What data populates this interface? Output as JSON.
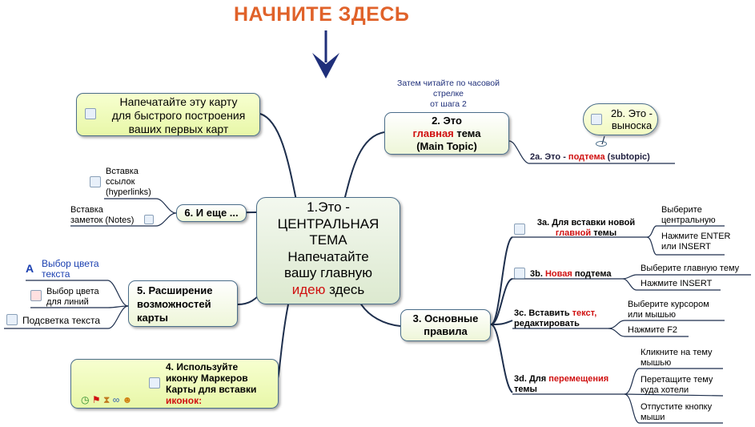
{
  "header": {
    "title": "НАЧНИТЕ ЗДЕСЬ"
  },
  "intro": {
    "line1": "Затем читайте по часовой",
    "line2": "стрелке",
    "line3": "от шага 2"
  },
  "center": {
    "line1": "1.Это -",
    "line2": "ЦЕНТРАЛЬНАЯ",
    "line3": "ТЕМА",
    "line4": "Напечатайте",
    "line5": "вашу главную",
    "line6_red": "идею",
    "line6_rest": " здесь"
  },
  "print_box": {
    "line1": "Напечатайте эту карту",
    "line2": "для быстрого построения",
    "line3": "ваших первых карт"
  },
  "topic2": {
    "line1": "2. Это",
    "line2_red": "главная",
    "line2_rest": " тема",
    "line3": "(Main Topic)"
  },
  "callout": {
    "line1": "2b. Это -",
    "line2": "выноска"
  },
  "subtopic": {
    "prefix": "2а. Это - ",
    "red": "подтема",
    "suffix": " (subtopic)"
  },
  "topic6": {
    "label": "6. И еще ...",
    "link1": "Вставка",
    "link2": "ссылок",
    "link3": "(hyperlinks)",
    "notes1": "Вставка",
    "notes2": "заметок (Notes)"
  },
  "topic5": {
    "line1": "5. Расширение",
    "line2": "возможностей",
    "line3": "карты",
    "leaf1a": "Выбор цвета",
    "leaf1b": "текста",
    "leaf2a": "Выбор цвета",
    "leaf2b": "для линий",
    "leaf3": "Подсветка текста"
  },
  "topic4": {
    "line1": "4. Используйте",
    "line2": "иконку Маркеров",
    "line3": "Карты для вставки",
    "line4_red": "иконок:"
  },
  "topic3": {
    "line1": "3. Основные",
    "line2": "правила",
    "a": {
      "line1": "3a. Для вставки новой",
      "line2_red": "главной",
      "line2_rest": " темы",
      "leaf1a": "Выберите",
      "leaf1b": "центральную",
      "leaf2a": "Нажмите ENTER",
      "leaf2b": "или INSERT"
    },
    "b": {
      "prefix": "3b. ",
      "red": "Новая",
      "suffix": " подтема",
      "leaf1": "Выберите главную тему",
      "leaf2": "Нажмите INSERT"
    },
    "c": {
      "line1_prefix": "3c. Вставить ",
      "line1_red": "текст,",
      "line2": "редактировать",
      "leaf1a": "Выберите курсором",
      "leaf1b": "или мышью",
      "leaf2": "Нажмите F2"
    },
    "d": {
      "line1_prefix": "3d. Для ",
      "line1_red": "перемещения",
      "line2": "темы",
      "leaf1a": "Кликните на тему",
      "leaf1b": "мышью",
      "leaf2a": "Перетащите тему",
      "leaf2b": "куда хотели",
      "leaf3a": "Отпустите кнопку",
      "leaf3b": "мыши"
    }
  },
  "colors": {
    "title": "#e0622a",
    "arrow": "#1f2f7a",
    "red_text": "#d01010",
    "line": "#1e2f4d"
  },
  "icons": [
    "print-icon",
    "hyperlink-icon",
    "note-icon",
    "text-color-icon",
    "line-color-icon",
    "highlight-icon",
    "marker-icon",
    "callout-icon",
    "topic-icon",
    "subtopic-icon",
    "clock-icon",
    "flag-icon",
    "hourglass-icon",
    "link-icon",
    "smiley-icon"
  ]
}
